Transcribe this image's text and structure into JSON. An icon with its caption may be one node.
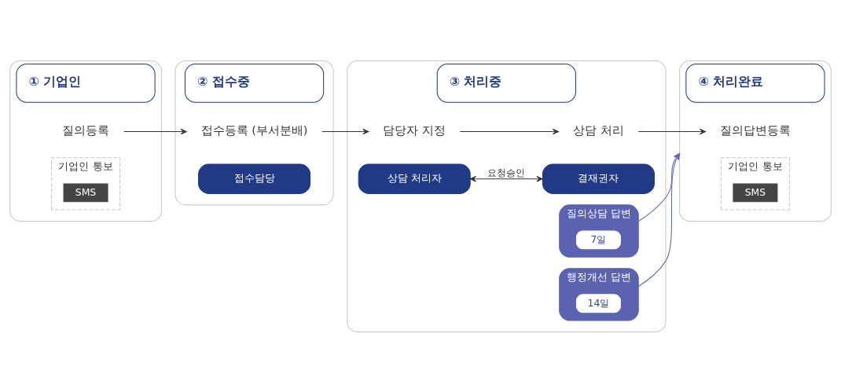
{
  "diagram": {
    "nodes": [
      {
        "text": [
          "① 기업인"
        ]
      },
      {
        "text": [
          "질의등록"
        ],
        "in": 0
      },
      {
        "text": [
          "기업인 통보"
        ],
        "in": 0
      },
      {
        "text": [
          "SMS"
        ],
        "in": 2
      },
      {
        "text": [
          "② 접수중"
        ]
      },
      {
        "text": [
          "접수등록 (부서분배)"
        ],
        "in": 4
      },
      {
        "text": [
          "접수담당"
        ],
        "in": 4
      },
      {
        "text": [
          "③ 처리중"
        ]
      },
      {
        "text": [
          "담당자 지정"
        ],
        "in": 7
      },
      {
        "text": [
          "상담 처리"
        ],
        "in": 7
      },
      {
        "text": [
          "상담 처리자"
        ],
        "in": 7
      },
      {
        "text": [
          "결재권자"
        ],
        "in": 7
      },
      {
        "text": [
          "질의상담 답변"
        ],
        "in": 7
      },
      {
        "text": [
          "7일"
        ],
        "in": 12
      },
      {
        "text": [
          "행정개선 답변"
        ],
        "in": 7
      },
      {
        "text": [
          "14일"
        ],
        "in": 14
      },
      {
        "text": [
          "④ 처리완료"
        ]
      },
      {
        "text": [
          "질의답변등록"
        ],
        "in": 16
      },
      {
        "text": [
          "기업인 통보"
        ],
        "in": 16
      },
      {
        "text": [
          "SMS"
        ],
        "in": 18
      }
    ],
    "edges": [
      {
        "from": 1,
        "to": 5,
        "arrow": "to"
      },
      {
        "from": 5,
        "to": 8,
        "arrow": "to"
      },
      {
        "from": 8,
        "to": 9,
        "arrow": "to"
      },
      {
        "from": 9,
        "to": 17,
        "arrow": "to"
      },
      {
        "from": 10,
        "to": 11,
        "arrow": "both",
        "label": "요청승인"
      },
      {
        "from": 12,
        "to": 16,
        "arrow": "to",
        "color": "#5f67ad"
      },
      {
        "from": 14,
        "to": 16,
        "arrow": "to",
        "color": "#5f67ad"
      }
    ]
  }
}
